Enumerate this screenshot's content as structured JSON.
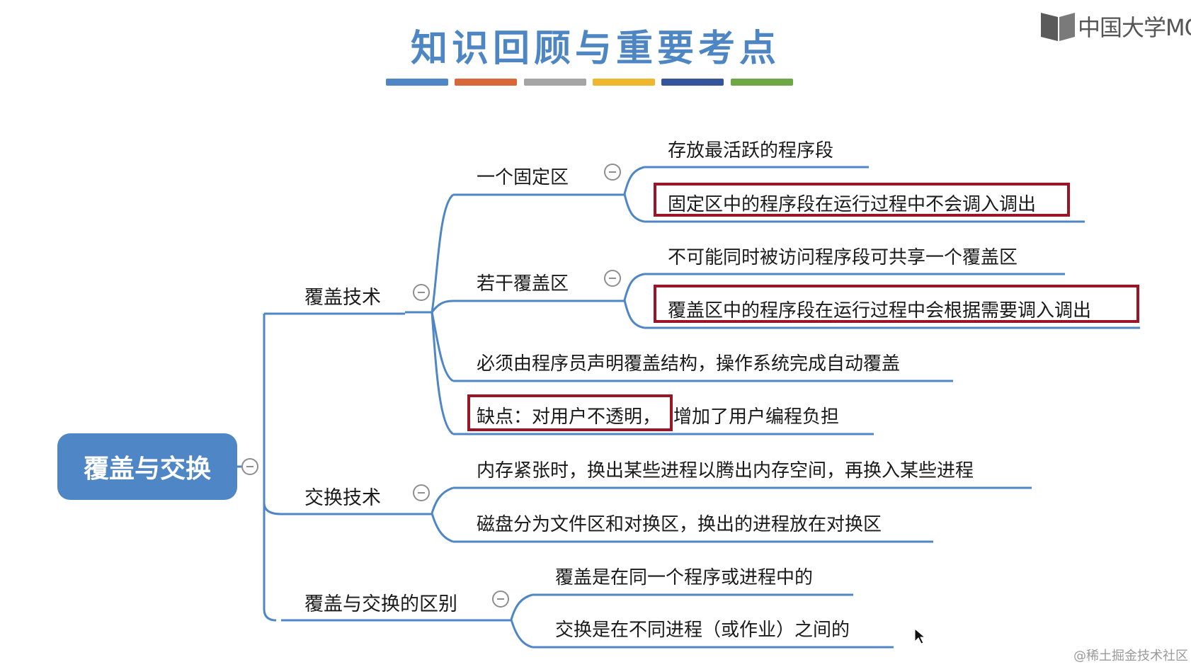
{
  "title": "知识回顾与重要考点",
  "title_color": "#4d86c2",
  "decor_bar_colors": [
    "#4f86c5",
    "#d8683a",
    "#a5a5a5",
    "#efb72e",
    "#35549a",
    "#6ea744"
  ],
  "logo": {
    "icon": "book-icon",
    "text": "中国大学MO"
  },
  "accent_line_color": "#4f86c5",
  "highlight_color": "#9a1526",
  "root": {
    "label": "覆盖与交换"
  },
  "branches": {
    "overlay": {
      "label": "覆盖技术",
      "fixed_area": {
        "label": "一个固定区",
        "items": [
          "存放最活跃的程序段",
          "固定区中的程序段在运行过程中不会调入调出"
        ]
      },
      "overlay_areas": {
        "label": "若干覆盖区",
        "items": [
          "不可能同时被访问程序段可共享一个覆盖区",
          "覆盖区中的程序段在运行过程中会根据需要调入调出"
        ]
      },
      "declare": "必须由程序员声明覆盖结构，操作系统完成自动覆盖",
      "drawback_a": "缺点：对用户不透明，",
      "drawback_b": "增加了用户编程负担"
    },
    "swap": {
      "label": "交换技术",
      "items": [
        "内存紧张时，换出某些进程以腾出内存空间，再换入某些进程",
        "磁盘分为文件区和对换区，换出的进程放在对换区"
      ]
    },
    "difference": {
      "label": "覆盖与交换的区别",
      "items": [
        "覆盖是在同一个程序或进程中的",
        "交换是在不同进程（或作业）之间的"
      ]
    }
  },
  "watermark": "@稀土掘金技术社区"
}
